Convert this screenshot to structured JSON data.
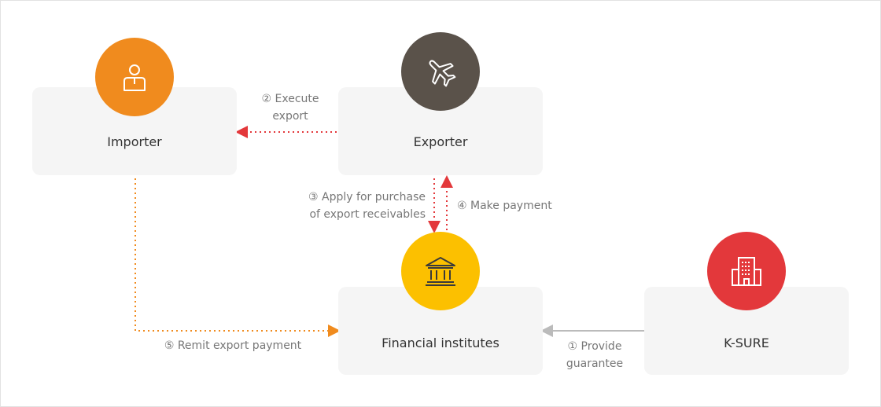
{
  "nodes": {
    "importer": {
      "label": "Importer",
      "icon": "person-icon",
      "color": "#f08b1e"
    },
    "exporter": {
      "label": "Exporter",
      "icon": "airplane-icon",
      "color": "#5a524a"
    },
    "financial": {
      "label": "Financial institutes",
      "icon": "bank-icon",
      "color": "#fcc000"
    },
    "ksure": {
      "label": "K-SURE",
      "icon": "building-icon",
      "color": "#e3383b"
    }
  },
  "steps": {
    "s1": {
      "line1": "① Provide",
      "line2": "guarantee"
    },
    "s2": {
      "line1": "② Execute",
      "line2": "export"
    },
    "s3": {
      "line1": "③ Apply for purchase",
      "line2": "of export receivables"
    },
    "s4": {
      "line1": "④ Make payment"
    },
    "s5": {
      "line1": "⑤ Remit export payment"
    }
  },
  "colors": {
    "red_arrow": "#e3383b",
    "orange_arrow": "#f08b1e",
    "gray_arrow": "#bbbbbb",
    "box_bg": "#f5f5f5"
  }
}
